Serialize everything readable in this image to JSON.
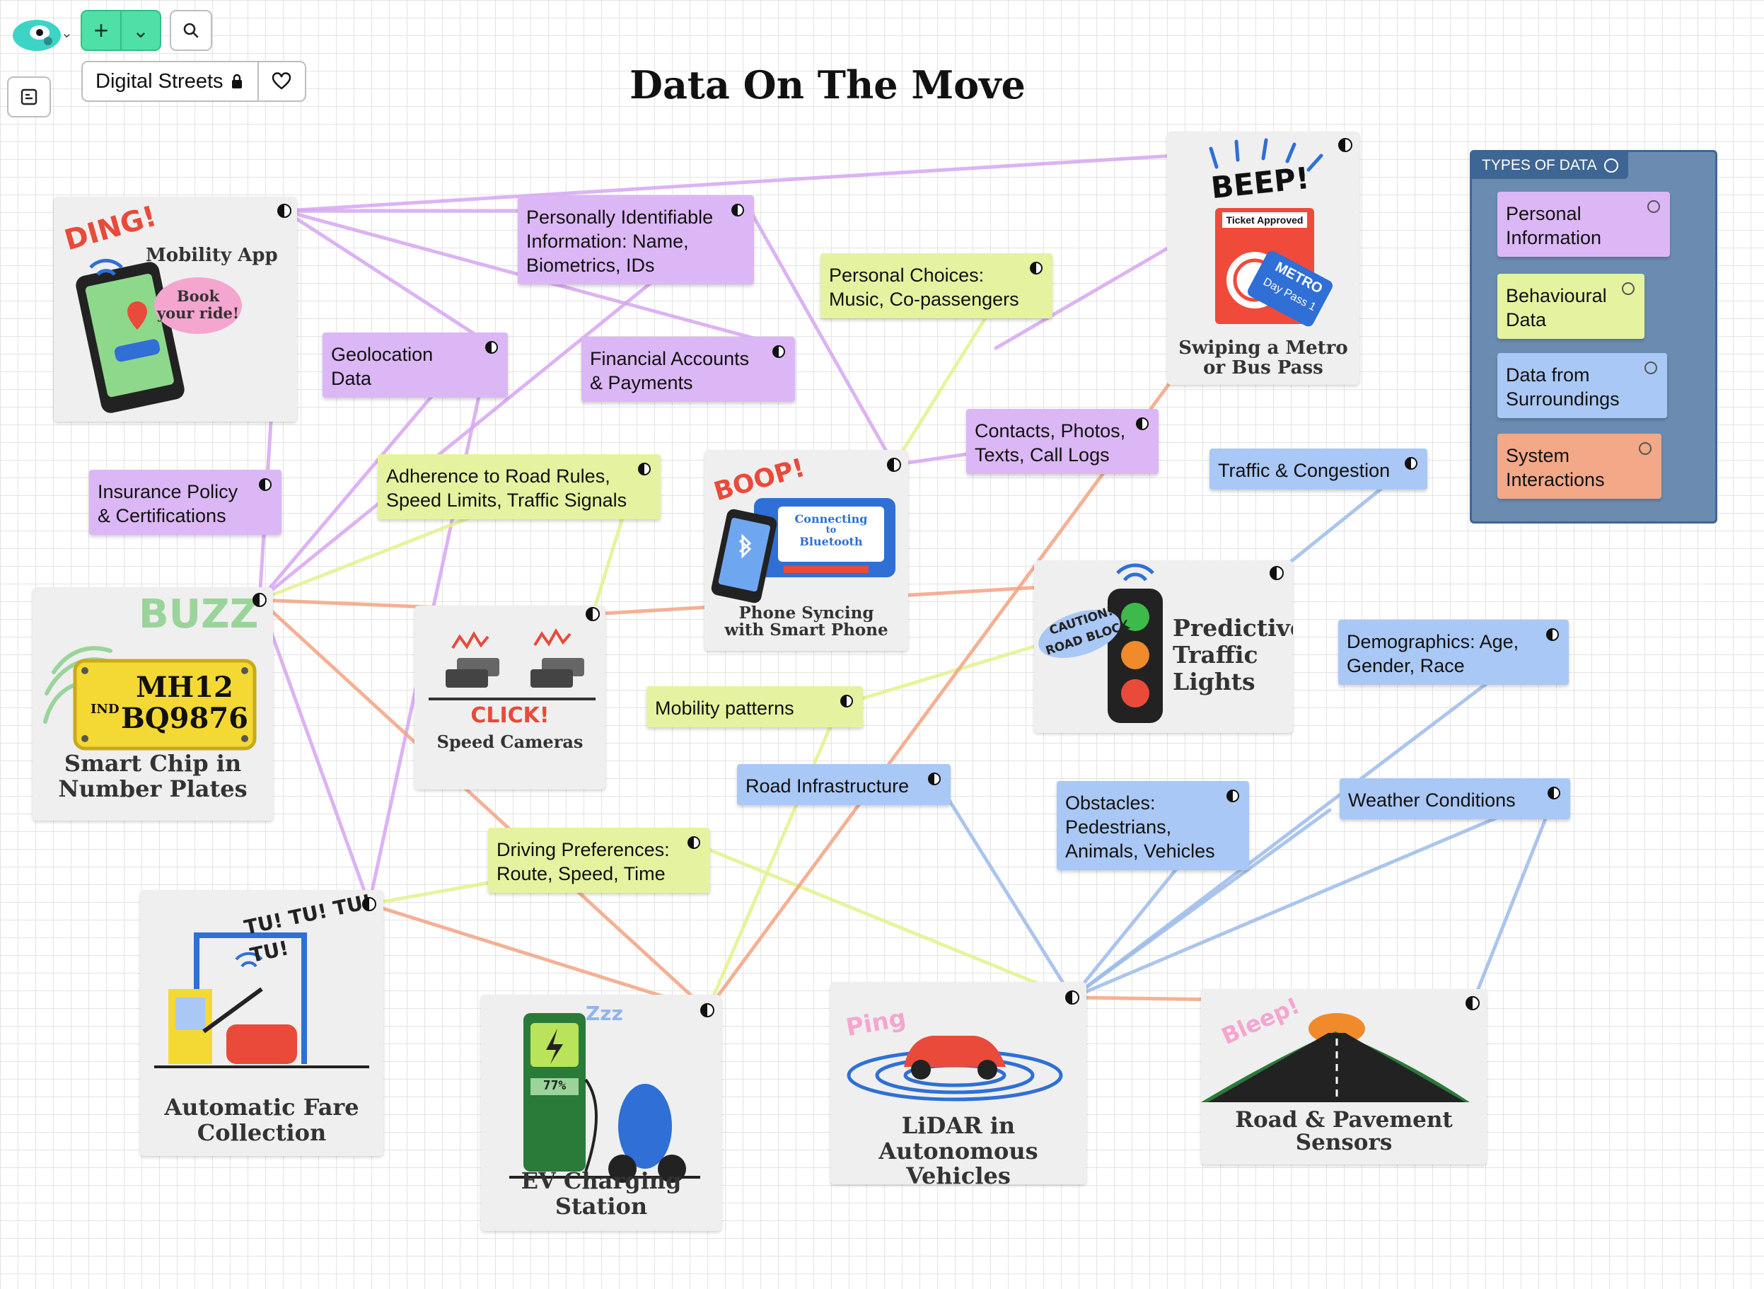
{
  "toolbar": {
    "board_name": "Digital Streets",
    "icons": [
      "cat-logo-icon",
      "plus-icon",
      "chevron-down-icon",
      "search-icon",
      "panel-icon",
      "lock-icon",
      "heart-icon"
    ]
  },
  "board_title": "Data On The Move",
  "colors": {
    "personal": "#dcb7f5",
    "behavioural": "#e5f3a0",
    "surroundings": "#aac8f5",
    "system": "#f3a888",
    "legend_bg": "#6b8cb0",
    "accent_green": "#4fe0a6"
  },
  "cards": {
    "mobility_app": {
      "sfx": "DING!",
      "title": "Mobility App",
      "bubble_1": "Book",
      "bubble_2": "your ride!"
    },
    "metro": {
      "sfx": "BEEP!",
      "ticket": "Ticket Approved",
      "pass": "METRO",
      "pass_sub": "Day Pass 1",
      "caption_1": "Swiping a Metro",
      "caption_2": "or Bus Pass"
    },
    "bluetooth": {
      "sfx": "BOOP!",
      "screen_1": "Connecting",
      "screen_2": "to",
      "screen_3": "Bluetooth",
      "caption_1": "Phone Syncing",
      "caption_2": "with Smart Phone"
    },
    "number_plate": {
      "sfx": "BUZZ",
      "plate_1": "MH12",
      "plate_2": "BQ9876",
      "plate_country": "IND",
      "caption_1": "Smart Chip in",
      "caption_2": "Number Plates"
    },
    "speed_cameras": {
      "sfx": "CLICK!",
      "caption": "Speed Cameras"
    },
    "traffic_lights": {
      "sign_1": "CAUTION!",
      "sign_2": "ROAD BLOCK",
      "caption_1": "Predictive",
      "caption_2": "Traffic",
      "caption_3": "Lights"
    },
    "fare_collection": {
      "sfx": "TU! TU! TU! TU!",
      "caption_1": "Automatic Fare",
      "caption_2": "Collection"
    },
    "ev_charging": {
      "sfx": "Zzz",
      "meter": "77%",
      "caption_1": "EV Charging",
      "caption_2": "Station"
    },
    "lidar": {
      "sfx": "Ping",
      "caption_1": "LiDAR in",
      "caption_2": "Autonomous Vehicles"
    },
    "road_sensors": {
      "sfx": "Bleep!",
      "caption_1": "Road & Pavement",
      "caption_2": "Sensors"
    }
  },
  "notes": {
    "pii": "Personally Identifiable Information: Name, Biometrics, IDs",
    "personal_choices": "Personal Choices: Music, Co-passengers",
    "geolocation": "Geolocation Data",
    "financial": "Financial Accounts & Payments",
    "contacts": "Contacts, Photos, Texts, Call Logs",
    "traffic": "Traffic & Congestion",
    "insurance": "Insurance Policy & Certifications",
    "road_rules": "Adherence to Road Rules, Speed Limits, Traffic Signals",
    "demographics": "Demographics: Age, Gender, Race",
    "mobility_patterns": "Mobility patterns",
    "road_infra": "Road Infrastructure",
    "obstacles": "Obstacles: Pedestrians, Animals, Vehicles",
    "weather": "Weather Conditions",
    "driving_prefs": "Driving Preferences: Route, Speed, Time"
  },
  "legend": {
    "title": "TYPES OF DATA",
    "items": [
      "Personal Information",
      "Behavioural Data",
      "Data from Surroundings",
      "System Interactions"
    ]
  }
}
